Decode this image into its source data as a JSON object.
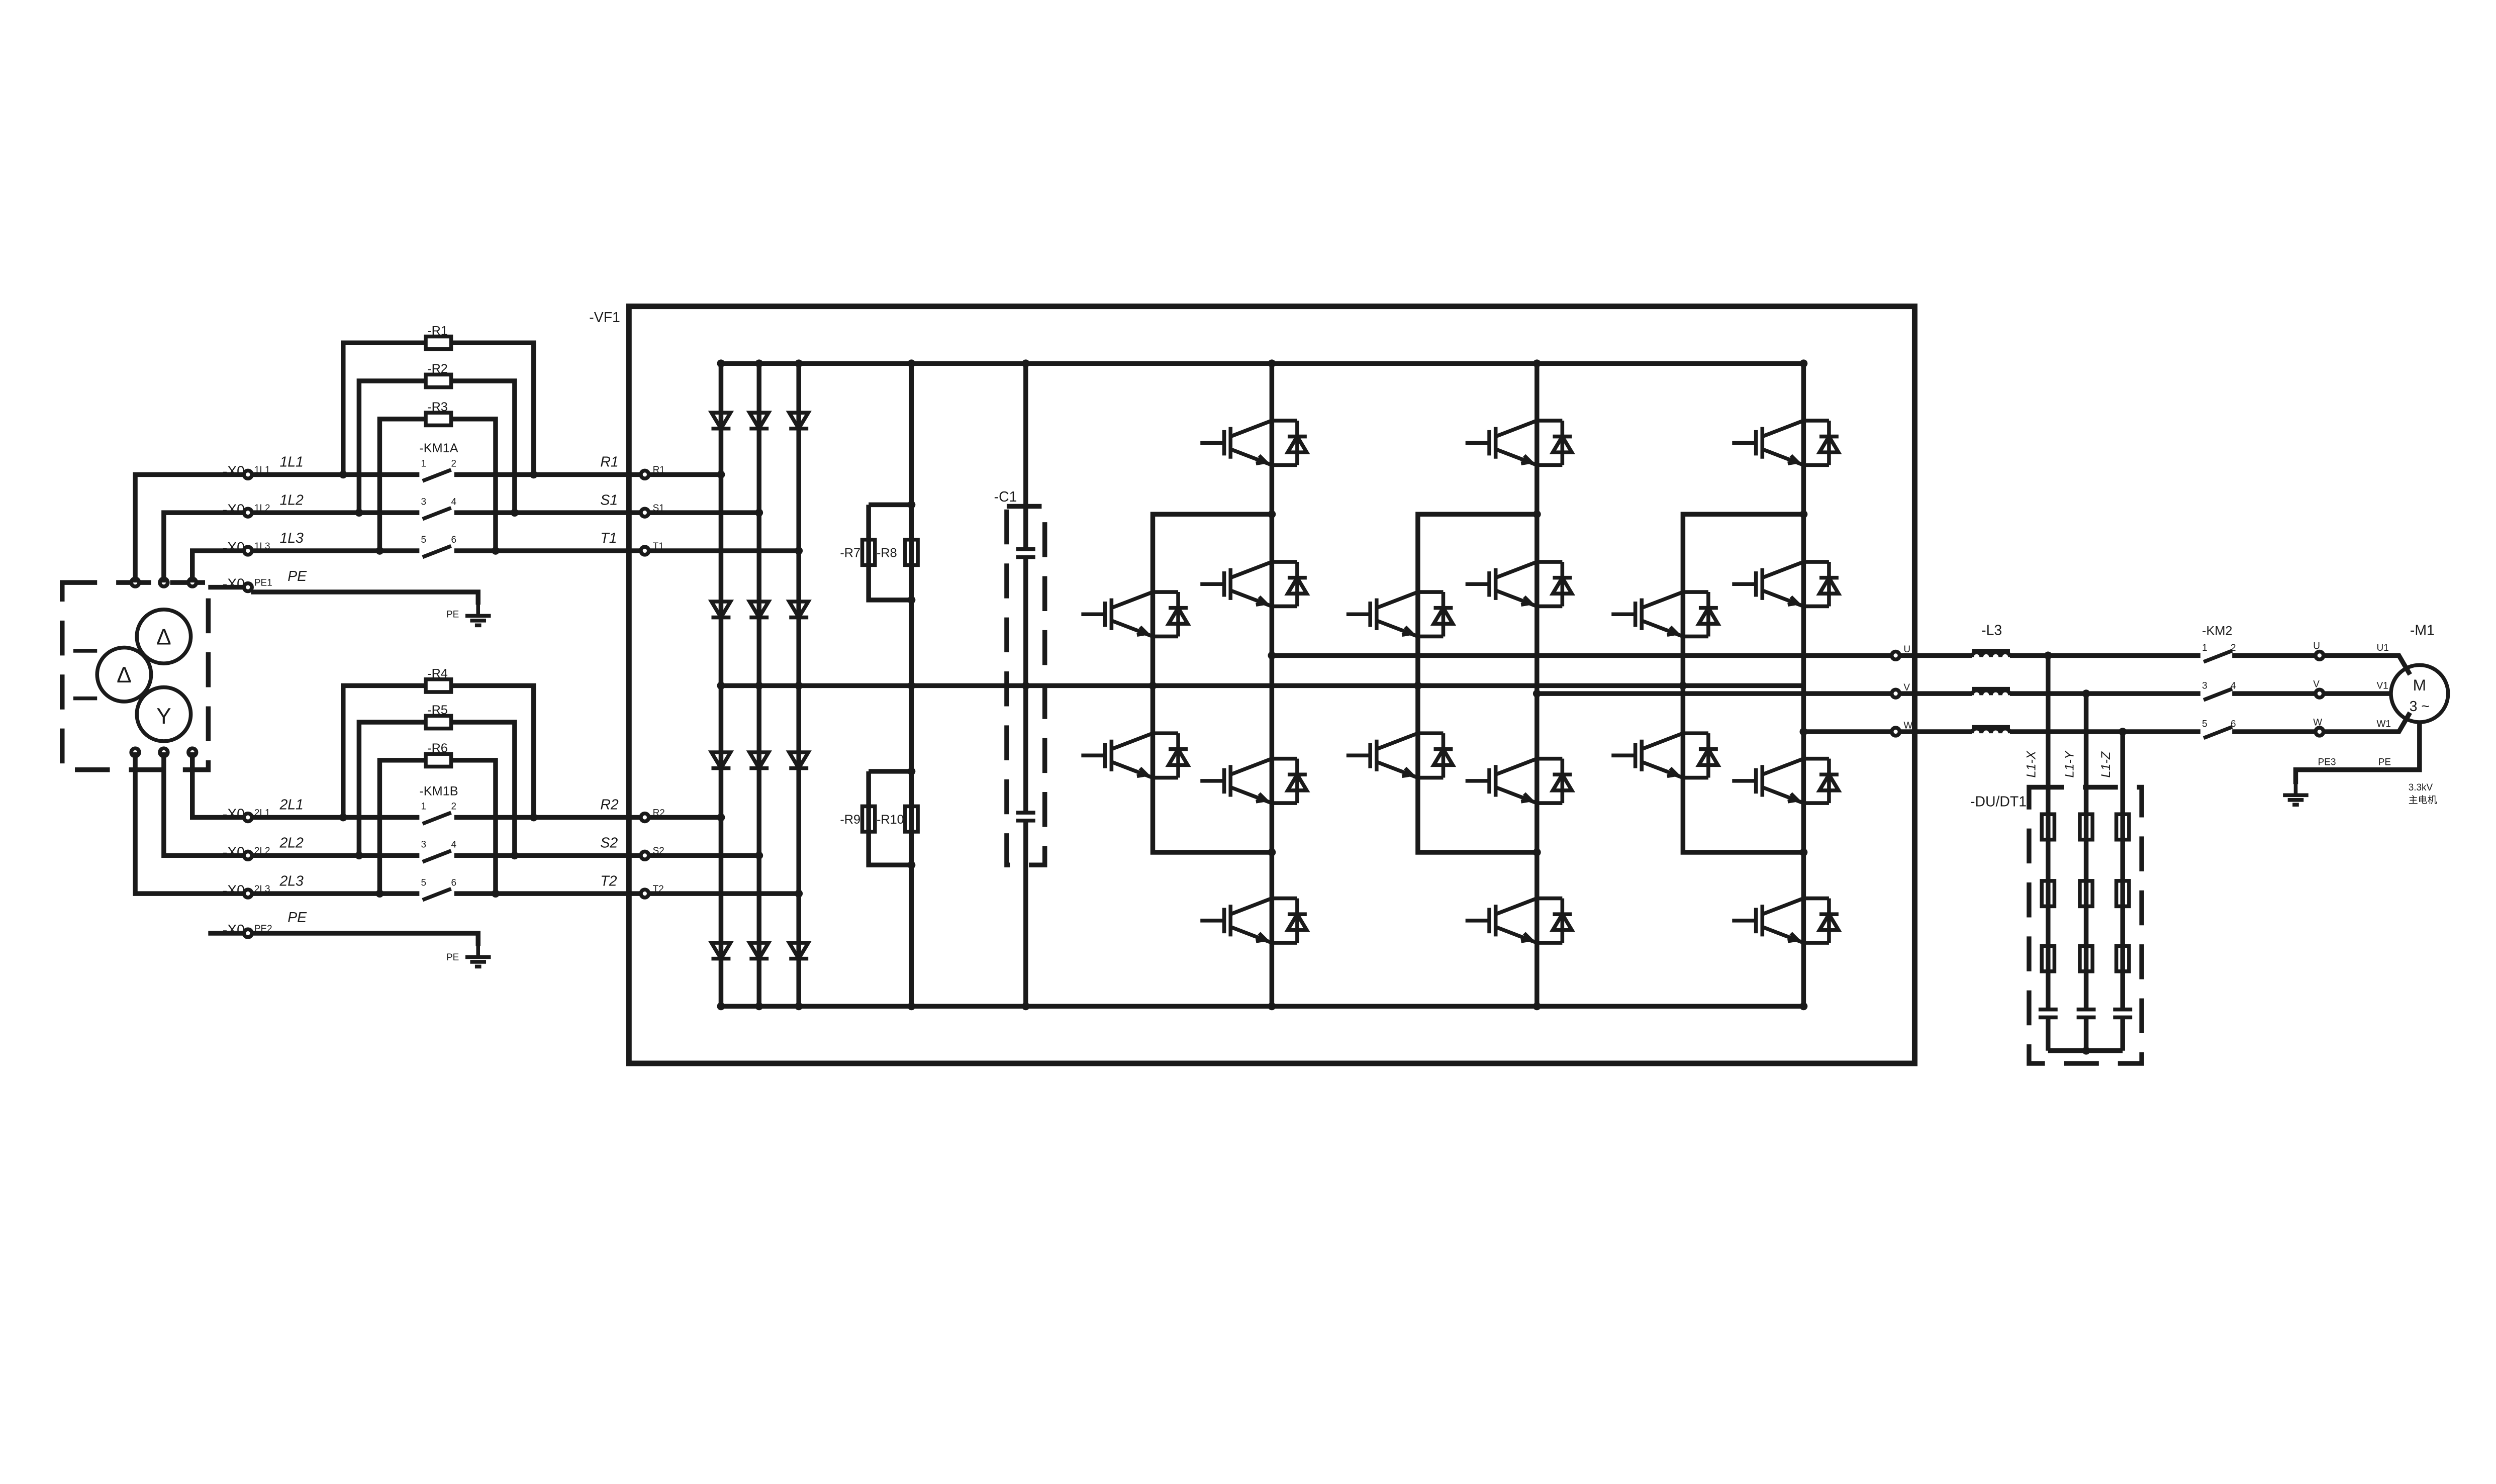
{
  "inverter": {
    "ref": "-VF1"
  },
  "transformer": {
    "primary_symbol": "Δ",
    "sec1_symbol": "Δ",
    "sec2_symbol": "Y"
  },
  "terminals": {
    "ref": "-X0",
    "upper": [
      {
        "pin": "1L1",
        "net": "1L1",
        "dest": "R1",
        "dest_pin": "R1"
      },
      {
        "pin": "1L2",
        "net": "1L2",
        "dest": "S1",
        "dest_pin": "S1"
      },
      {
        "pin": "1L3",
        "net": "1L3",
        "dest": "T1",
        "dest_pin": "T1"
      },
      {
        "pin": "PE1",
        "net": "PE",
        "ground": "PE"
      }
    ],
    "lower": [
      {
        "pin": "2L1",
        "net": "2L1",
        "dest": "R2",
        "dest_pin": "R2"
      },
      {
        "pin": "2L2",
        "net": "2L2",
        "dest": "S2",
        "dest_pin": "S2"
      },
      {
        "pin": "2L3",
        "net": "2L3",
        "dest": "T2",
        "dest_pin": "T2"
      },
      {
        "pin": "PE2",
        "net": "PE",
        "ground": "PE"
      }
    ]
  },
  "resistors": {
    "r1": "-R1",
    "r2": "-R2",
    "r3": "-R3",
    "r4": "-R4",
    "r5": "-R5",
    "r6": "-R6",
    "r7": "-R7",
    "r8": "-R8",
    "r9": "-R9",
    "r10": "-R10"
  },
  "contactors": {
    "km1a": {
      "ref": "-KM1A",
      "pins": [
        "1",
        "2",
        "3",
        "4",
        "5",
        "6"
      ]
    },
    "km1b": {
      "ref": "-KM1B",
      "pins": [
        "1",
        "2",
        "3",
        "4",
        "5",
        "6"
      ]
    },
    "km2": {
      "ref": "-KM2",
      "pins": [
        "1",
        "2",
        "3",
        "4",
        "5",
        "6"
      ]
    }
  },
  "capacitor": {
    "ref": "-C1"
  },
  "reactor": {
    "ref": "-L3"
  },
  "filter": {
    "ref": "-DU/DT1",
    "legs": [
      "L1-X",
      "L1-Y",
      "L1-Z"
    ]
  },
  "outputs": {
    "u": "U",
    "v": "V",
    "w": "W"
  },
  "motor": {
    "ref": "-M1",
    "symbol": "M",
    "phases": "3 ~",
    "terminals": [
      "U1",
      "V1",
      "W1"
    ],
    "pe_terminal": "PE3",
    "pe_net": "PE",
    "rating": "3.3kV",
    "name": "主电机"
  }
}
